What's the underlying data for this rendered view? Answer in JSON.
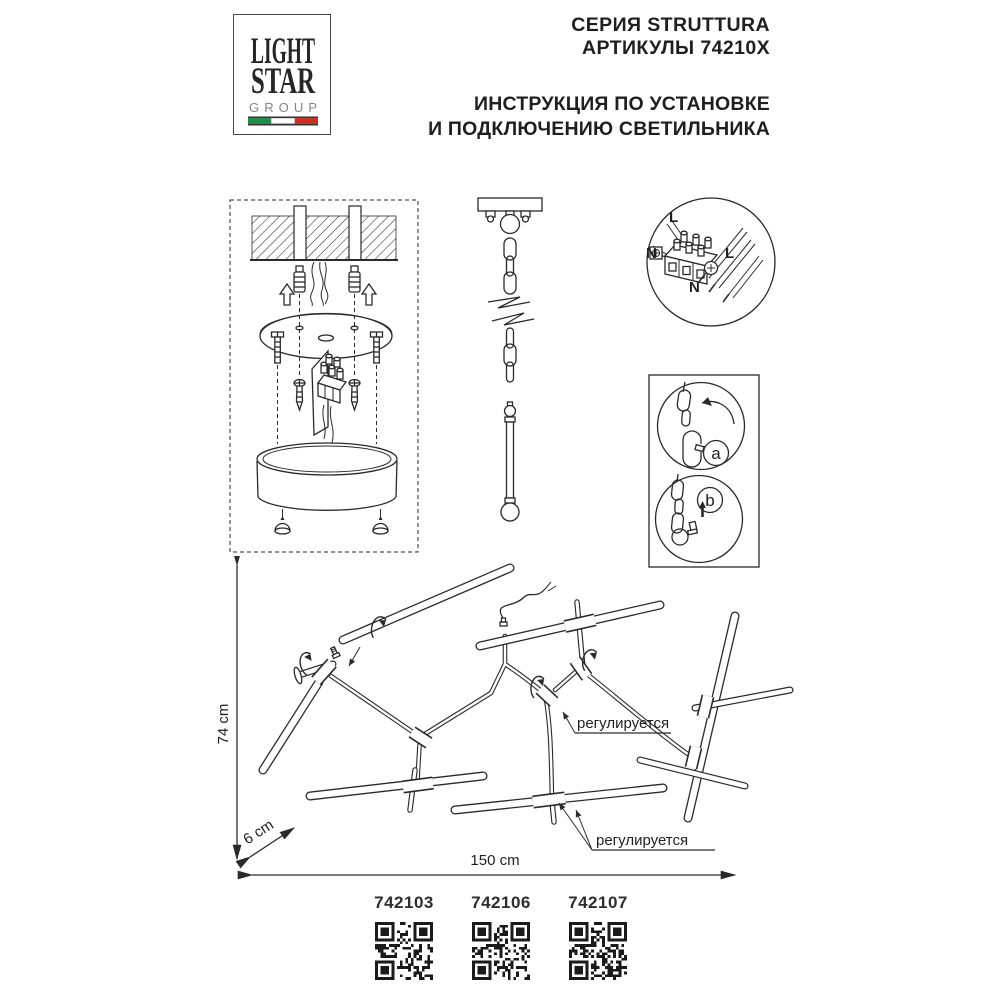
{
  "colors": {
    "ink": "#1f1f1f",
    "flag_green": "#179346",
    "flag_white": "#ffffff",
    "flag_red": "#d52b1e"
  },
  "logo": {
    "word1": "LIGHT",
    "word2": "STAR",
    "word3": "GROUP"
  },
  "header": {
    "series_line1": "СЕРИЯ STRUTTURA",
    "series_line2": "АРТИКУЛЫ 74210X",
    "instruction_line1": "ИНСТРУКЦИЯ ПО УСТАНОВКЕ",
    "instruction_line2": "И ПОДКЛЮЧЕНИЮ СВЕТИЛЬНИКА"
  },
  "wiring": {
    "l_top": "L",
    "n_left": "N",
    "l_right": "L",
    "n_right": "N"
  },
  "options": {
    "a": "a",
    "b": "b"
  },
  "dimensions": {
    "height": "74 cm",
    "canopy": "6 cm",
    "width": "150 cm"
  },
  "labels": {
    "adjustable1": "регулируется",
    "adjustable2": "регулируется"
  },
  "qr_codes": [
    {
      "code": "742103"
    },
    {
      "code": "742106"
    },
    {
      "code": "742107"
    }
  ]
}
